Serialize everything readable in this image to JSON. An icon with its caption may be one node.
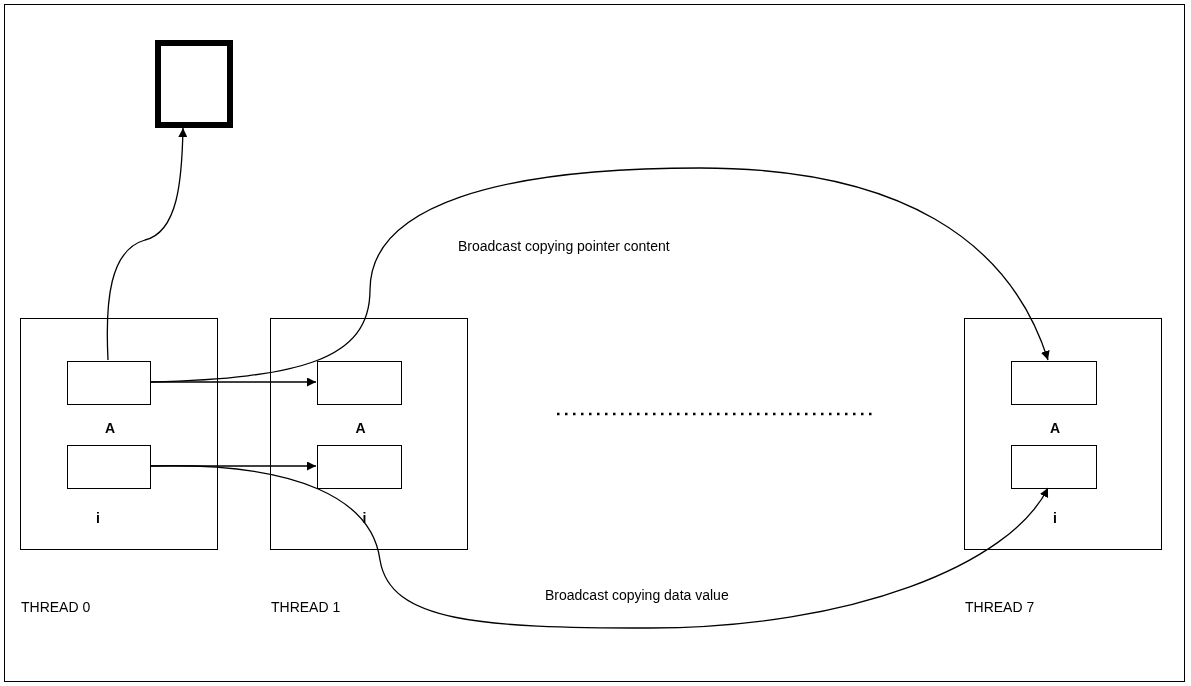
{
  "diagram": {
    "nodes": [
      {
        "text": [
          "THREAD 0"
        ]
      },
      {
        "text": [
          "A"
        ],
        "in": 0
      },
      {
        "text": [
          "i"
        ],
        "in": 0
      },
      {
        "text": [
          "THREAD 1"
        ]
      },
      {
        "text": [
          "A"
        ],
        "in": 3
      },
      {
        "text": [
          "i"
        ],
        "in": 3
      },
      {
        "text": [
          "THREAD 7"
        ]
      },
      {
        "text": [
          "A"
        ],
        "in": 6
      },
      {
        "text": [
          "i"
        ],
        "in": 6
      },
      {
        "text": [],
        "shape": "box"
      }
    ],
    "edges": [
      {
        "from": 1,
        "to": 9,
        "arrow": "to"
      },
      {
        "from": 1,
        "to": 4,
        "arrow": "to"
      },
      {
        "from": 1,
        "to": 7,
        "arrow": "to",
        "label": "Broadcast copying pointer content"
      },
      {
        "from": 2,
        "to": 5,
        "arrow": "to"
      },
      {
        "from": 2,
        "to": 8,
        "arrow": "to",
        "label": "Broadcast copying data value"
      }
    ]
  }
}
